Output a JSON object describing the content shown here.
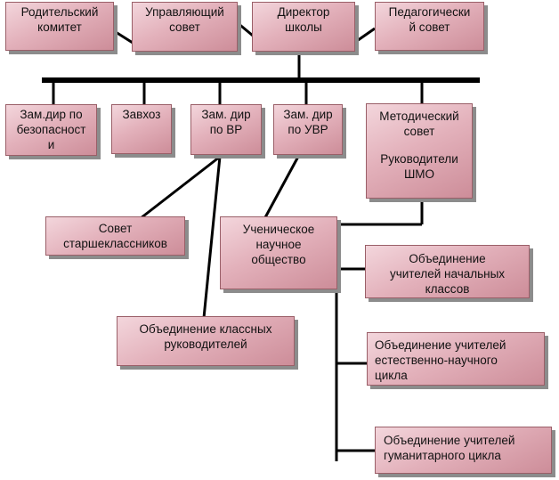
{
  "diagram": {
    "top_row": {
      "parents_committee": {
        "line1": "Родительский",
        "line2": "комитет"
      },
      "governing_council": {
        "line1": "Управляющий",
        "line2": "совет"
      },
      "director": {
        "line1": "Директор",
        "line2": "школы"
      },
      "pedagogical_council": {
        "line1": "Педагогически",
        "line2": "й совет"
      }
    },
    "middle_row": {
      "deputy_safety": {
        "line1": "Зам.дир по",
        "line2": "безопасност",
        "line3": "и"
      },
      "supply_manager": {
        "line1": "Завхоз"
      },
      "deputy_education": {
        "line1": "Зам. дир",
        "line2": "по ВР"
      },
      "deputy_academic": {
        "line1": "Зам. дир",
        "line2": "по УВР"
      },
      "methodical_council": {
        "line1": "Методический",
        "line2": "совет",
        "line3": "Руководители",
        "line4": "ШМО"
      }
    },
    "lower_boxes": {
      "senior_students_council": {
        "line1": "Совет",
        "line2": "старшеклассников"
      },
      "student_science_society": {
        "line1": "Ученическое",
        "line2": "научное",
        "line3": "общество"
      },
      "class_teachers_union": {
        "line1": "Объединение классных",
        "line2": "руководителей"
      },
      "primary_teachers_union": {
        "line1": "Объединение",
        "line2": "учителей начальных",
        "line3": "классов"
      },
      "science_teachers_union": {
        "line1": "Объединение учителей",
        "line2": "естественно-научного",
        "line3": "цикла"
      },
      "humanities_teachers_union": {
        "line1": "Объединение учителей",
        "line2": "гуманитарного  цикла"
      }
    }
  },
  "colors": {
    "box_fill_light": "#f3d6dc",
    "box_fill_dark": "#cd8d99",
    "box_border": "#9a5f68",
    "box_shadow": "#8c8c8c",
    "connector": "#000000"
  }
}
